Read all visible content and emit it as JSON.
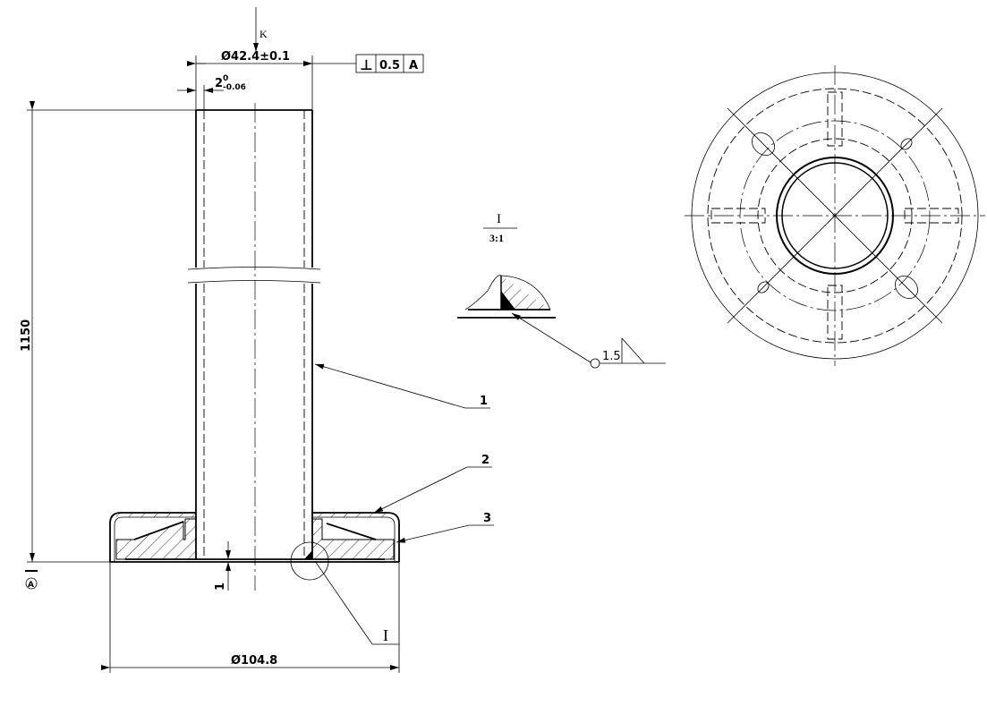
{
  "drawing": {
    "datum_arrow_label": "K",
    "tube_diameter": "Ø42.4±0.1",
    "wall_thickness": {
      "base": "2",
      "upper": "0",
      "lower": "-0.06"
    },
    "tolerance_frame": {
      "symbol": "⊥",
      "value": "0.5",
      "datum": "A"
    },
    "height": "1150",
    "datum_label": "A",
    "gap_dim": "1",
    "base_diameter": "Ø104.8",
    "balloons": [
      "1",
      "2",
      "3"
    ],
    "detail_ref": "I",
    "detail_view": {
      "title": "I",
      "scale": "3:1",
      "weld_size": "1.5"
    }
  }
}
